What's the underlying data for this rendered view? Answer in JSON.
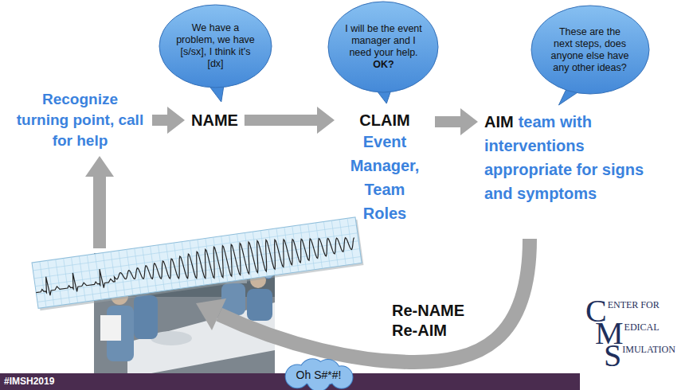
{
  "diagram": {
    "nodes": [
      {
        "text": [
          "Recognize turning point, call for help"
        ]
      },
      {
        "text": [
          "We have a problem, we have [s/sx], I think it's [dx]"
        ]
      },
      {
        "text": [
          "NAME"
        ]
      },
      {
        "text": [
          "I will be the event manager and I need your help.",
          "OK?"
        ]
      },
      {
        "text": [
          "CLAIM",
          "Event Manager, Team Roles"
        ]
      },
      {
        "text": [
          "These are the next steps, does anyone else have any other ideas?"
        ]
      },
      {
        "text": [
          "AIM",
          "team with interventions appropriate for signs and symptoms"
        ]
      },
      {
        "text": [
          "Oh S#*#!"
        ]
      }
    ],
    "edges": [
      {
        "from": 0,
        "to": 2,
        "arrow": "to"
      },
      {
        "from": 2,
        "to": 4,
        "arrow": "to"
      },
      {
        "from": 4,
        "to": 6,
        "arrow": "to"
      }
    ],
    "labels": [
      "Re-NAME",
      "Re-AIM",
      "#IMSH2019",
      "CENTER FOR",
      "MEDICAL",
      "SIMULATION"
    ]
  }
}
